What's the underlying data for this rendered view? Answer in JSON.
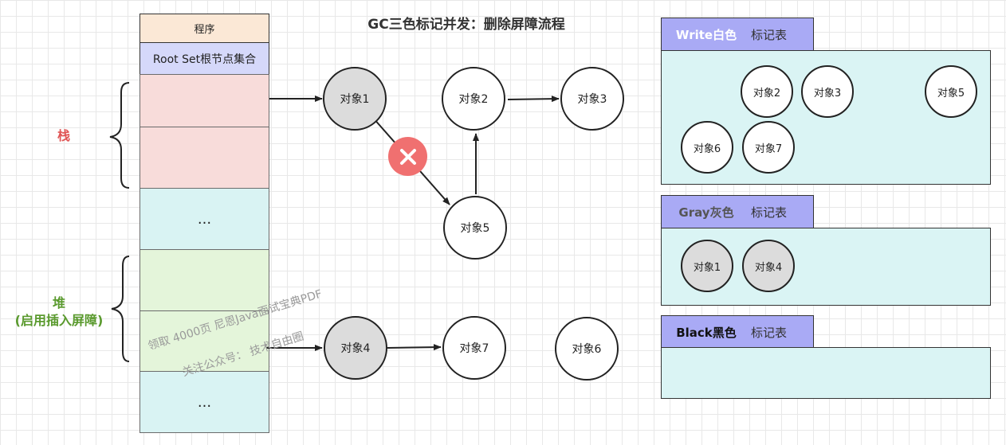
{
  "title": "GC三色标记并发：删除屏障流程",
  "memory": {
    "program": "程序",
    "root_set": "Root Set根节点集合",
    "stack_dots": "...",
    "heap_dots": "...",
    "stack_label": "栈",
    "heap_label": "堆",
    "heap_sublabel": "(启用插入屏障)"
  },
  "nodes": {
    "obj1": "对象1",
    "obj2": "对象2",
    "obj3": "对象3",
    "obj5": "对象5",
    "obj4": "对象4",
    "obj7": "对象7",
    "obj6": "对象6"
  },
  "tables": {
    "white": {
      "name": "Write白色",
      "label": "标记表",
      "items": [
        "对象2",
        "对象3",
        "对象5",
        "对象6",
        "对象7"
      ]
    },
    "gray": {
      "name": "Gray灰色",
      "label": "标记表",
      "items": [
        "对象1",
        "对象4"
      ]
    },
    "black": {
      "name": "Black黑色",
      "label": "标记表",
      "items": []
    }
  },
  "watermark": {
    "line1": "领取 4000页 尼恩Java面试宝典PDF",
    "line2": "关注公众号： 技术自由圈"
  },
  "colors": {
    "white_tab": "#a9aaf5",
    "gray_node": "#dcdcdc",
    "stack_fill": "#f8dcda",
    "heap_fill": "#e4f5da",
    "panel_fill": "#daf4f4",
    "delete_mark": "#f07070"
  }
}
